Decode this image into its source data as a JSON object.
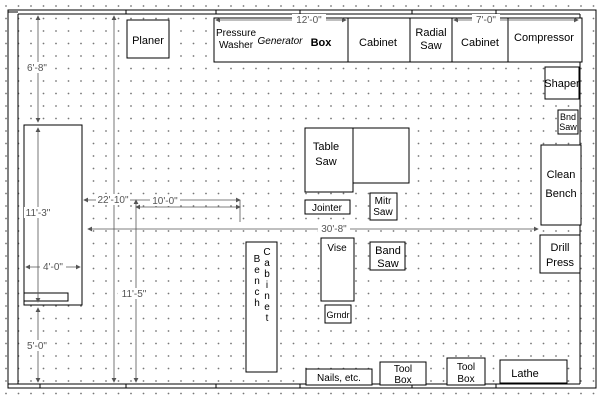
{
  "equipment": {
    "planer": "Planer",
    "pressure_washer_1": "Pressure",
    "pressure_washer_2": "Washer",
    "generator": "Generator",
    "box": "Box",
    "cabinet_1": "Cabinet",
    "radial_saw_1": "Radial",
    "radial_saw_2": "Saw",
    "cabinet_2": "Cabinet",
    "compressor": "Compressor",
    "shaper": "Shaper",
    "band_saw_small_1": "Bnd",
    "band_saw_small_2": "Saw",
    "table_saw_1": "Table",
    "table_saw_2": "Saw",
    "clean_bench_1": "Clean",
    "clean_bench_2": "Bench",
    "jointer": "Jointer",
    "miter_saw_1": "Mitr",
    "miter_saw_2": "Saw",
    "drill_press_1": "Drill",
    "drill_press_2": "Press",
    "vise": "Vise",
    "band_saw_1": "Band",
    "band_saw_2": "Saw",
    "bench_letters": [
      "B",
      "e",
      "n",
      "c",
      "h"
    ],
    "cabinet_letters": [
      "C",
      "a",
      "b",
      "i",
      "n",
      "e",
      "t"
    ],
    "grinder": "Grndr",
    "nails": "Nails, etc.",
    "tool_box_1a": "Tool",
    "tool_box_1b": "Box",
    "tool_box_2a": "Tool",
    "tool_box_2b": "Box",
    "lathe": "Lathe"
  },
  "dimensions": {
    "top_12": "12'-0\"",
    "top_7": "7'-0\"",
    "left_6_8": "6'-8\"",
    "left_11_3": "11'-3\"",
    "left_5_0": "5'-0\"",
    "width_22_10": "22'-10\"",
    "width_10_0": "10'-0\"",
    "width_30_8": "30'-8\"",
    "width_4_0": "4'-0\"",
    "height_11_5": "11'-5\""
  }
}
